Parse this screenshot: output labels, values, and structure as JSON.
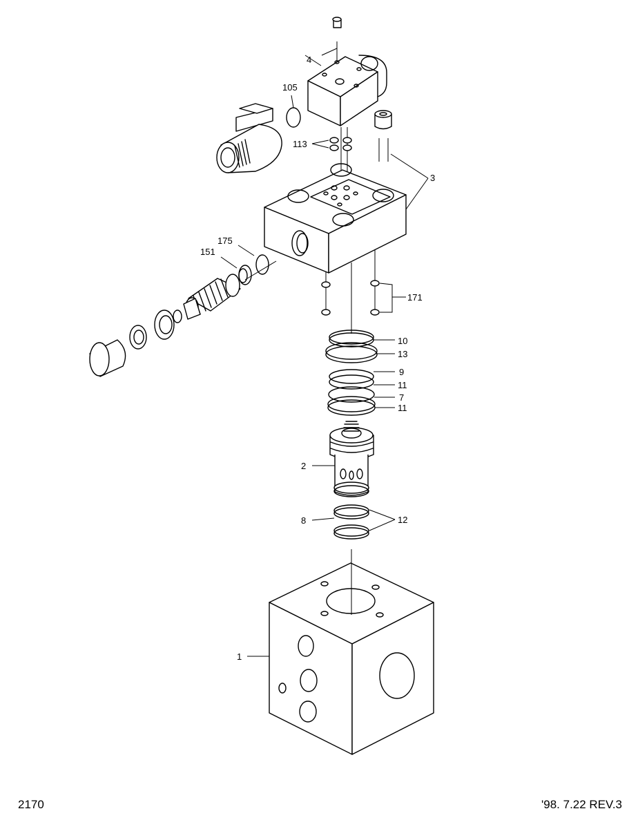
{
  "drawing_number": "2170",
  "revision_note": "'98. 7.22 REV.3",
  "part_labels": {
    "p1": "1",
    "p2": "2",
    "p3": "3",
    "p4": "4",
    "p7": "7",
    "p8": "8",
    "p9": "9",
    "p10": "10",
    "p11a": "11",
    "p11b": "11",
    "p12": "12",
    "p13": "13",
    "p105": "105",
    "p113": "113",
    "p151": "151",
    "p171": "171",
    "p175": "175"
  }
}
